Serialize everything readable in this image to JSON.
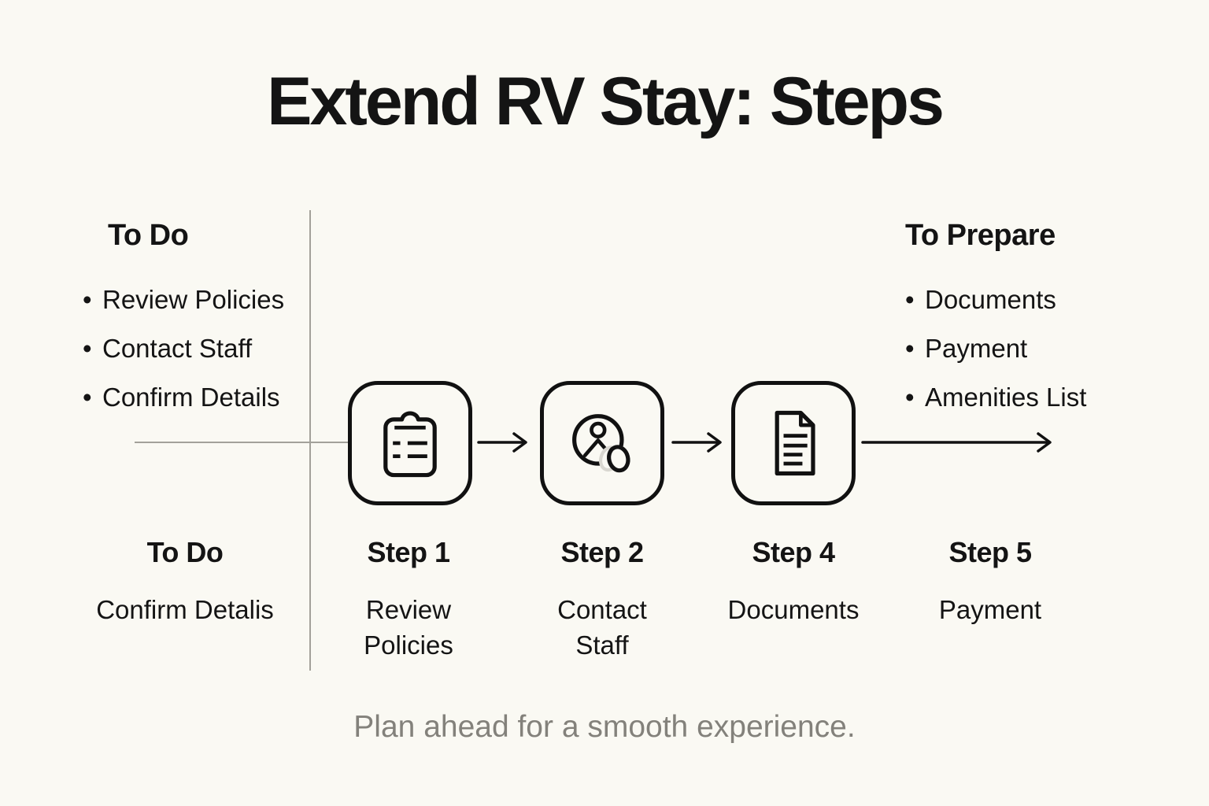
{
  "title": "Extend RV Stay: Steps",
  "todo_panel": {
    "heading": "To Do",
    "items": [
      "Review Policies",
      "Contact Staff",
      "Confirm Details"
    ]
  },
  "prepare_panel": {
    "heading": "To Prepare",
    "items": [
      "Documents",
      "Payment",
      "Amenities List"
    ]
  },
  "timeline": {
    "steps": [
      {
        "heading": "To Do",
        "label": "Confirm Detalis"
      },
      {
        "heading": "Step 1",
        "label": "Review Policies",
        "icon": "clipboard-icon"
      },
      {
        "heading": "Step 2",
        "label": "Contact Staff",
        "icon": "contact-person-icon"
      },
      {
        "heading": "Step 4",
        "label": "Documents",
        "icon": "document-icon"
      },
      {
        "heading": "Step 5",
        "label": "Payment"
      }
    ]
  },
  "caption": "Plan ahead for a smooth experience.",
  "colors": {
    "background": "#FAF9F3",
    "text": "#141414",
    "divider_line": "#A3A19A",
    "caption_text": "#83817B",
    "icon_stroke": "#111111",
    "icon_ghost": "#D9D7D0"
  }
}
